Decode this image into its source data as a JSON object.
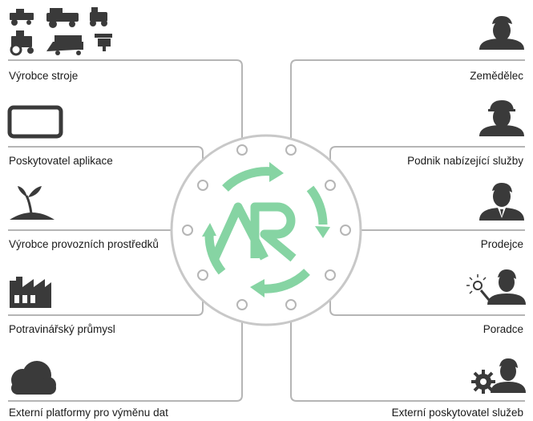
{
  "hub": {
    "logo_text": "AR",
    "accent_color": "#86d4a3",
    "ring_color": "#c8c8c8",
    "line_color": "#b5b5b5",
    "icon_color": "#3a3a3a"
  },
  "left_nodes": [
    {
      "label": "Výrobce stroje",
      "icon": "farm-machinery-icon"
    },
    {
      "label": "Poskytovatel aplikace",
      "icon": "tablet-icon"
    },
    {
      "label": "Výrobce provozních prostředků",
      "icon": "plant-seedling-icon"
    },
    {
      "label": "Potravinářský průmysl",
      "icon": "factory-icon"
    },
    {
      "label": "Externí platformy pro výměnu dat",
      "icon": "cloud-icon"
    }
  ],
  "right_nodes": [
    {
      "label": "Zemědělec",
      "icon": "farmer-icon"
    },
    {
      "label": "Podnik nabízející služby",
      "icon": "worker-helmet-icon"
    },
    {
      "label": "Prodejce",
      "icon": "salesperson-icon"
    },
    {
      "label": "Poradce",
      "icon": "advisor-idea-icon"
    },
    {
      "label": "Externí poskytovatel služeb",
      "icon": "service-provider-gear-icon"
    }
  ]
}
